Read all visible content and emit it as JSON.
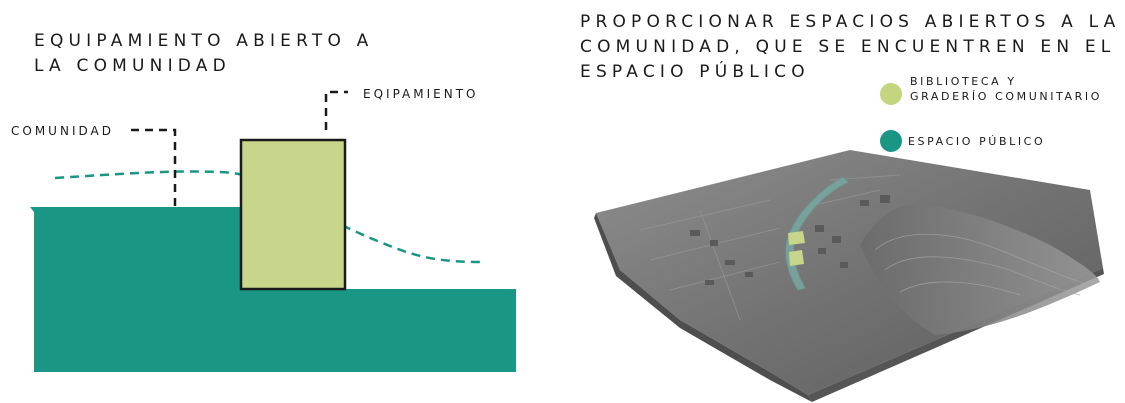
{
  "left_panel": {
    "title_lines": [
      "EQUIPAMIENTO ABIERTO A",
      "LA COMUNIDAD"
    ],
    "labels": {
      "equipamiento": "EQIPAMIENTO",
      "comunidad": "COMUNIDAD"
    }
  },
  "right_panel": {
    "title_lines": [
      "PROPORCIONAR ESPACIOS ABIERTOS A LA",
      "COMUNIDAD, QUE SE ENCUENTREN EN EL",
      "ESPACIO PÚBLICO"
    ],
    "legend": [
      {
        "lines": [
          "BIBLIOTECA Y",
          "GRADERÍO COMUNITARIO"
        ],
        "color": "#c3d57f",
        "icon": "green-dot"
      },
      {
        "lines": [
          "ESPACIO PÚBLICO"
        ],
        "color": "#1a9685",
        "icon": "teal-dot"
      }
    ]
  },
  "colors": {
    "terrain": "#1a9685",
    "building": "#c8d68b",
    "building_border": "#1a1a1a",
    "dash_line": "#1a9685",
    "model_gray": "#7a7a7a"
  }
}
